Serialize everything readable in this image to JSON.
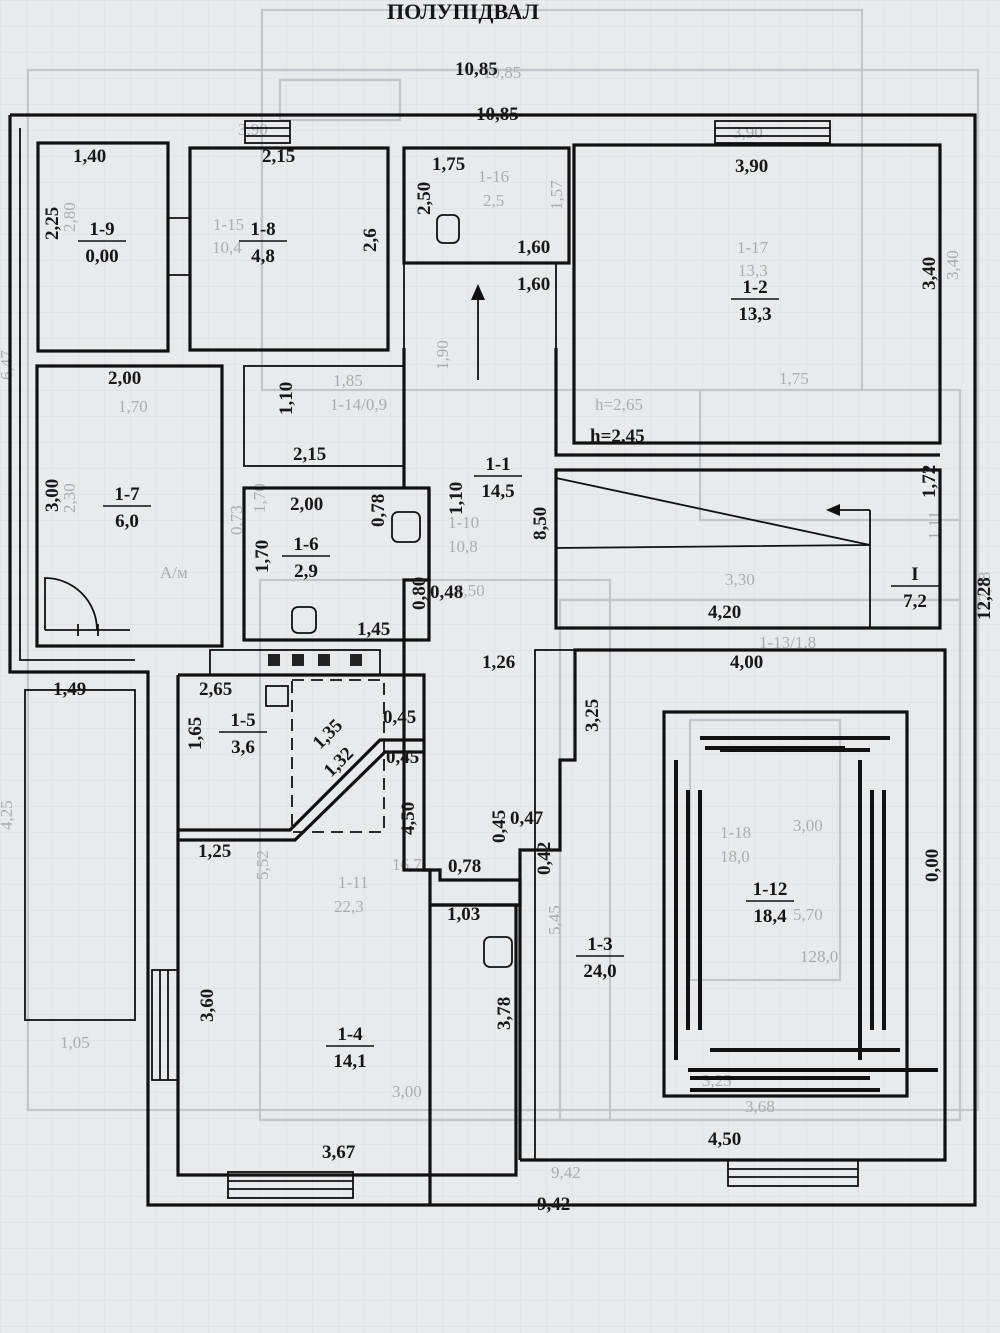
{
  "title": "ПОЛУПІДВАЛ",
  "rooms": [
    {
      "id": "1-9",
      "area": "0,00"
    },
    {
      "id": "1-8",
      "area": "4,8"
    },
    {
      "id": "1-2",
      "area": "13,3"
    },
    {
      "id": "1-7",
      "area": "6,0"
    },
    {
      "id": "1-6",
      "area": "2,9"
    },
    {
      "id": "1-1",
      "area": "14,5"
    },
    {
      "id": "I",
      "area": "7,2"
    },
    {
      "id": "1-5",
      "area": "3,6"
    },
    {
      "id": "1-4",
      "area": "14,1"
    },
    {
      "id": "1-3",
      "area": "24,0"
    },
    {
      "id": "1-12",
      "area": "18,4"
    }
  ],
  "dimensions": [
    "10,85",
    "10,85",
    "1,40",
    "2,15",
    "1,75",
    "3,90",
    "2,25",
    "2,6",
    "2,50",
    "1,60",
    "1,60",
    "3,40",
    "2,00",
    "1,10",
    "2,15",
    "h=2,45",
    "3,00",
    "2,00",
    "0,78",
    "1,10",
    "8,50",
    "1,72",
    "1,70",
    "0,80",
    "0,48",
    "4,20",
    "1,45",
    "1,26",
    "4,00",
    "12,28",
    "1,49",
    "2,65",
    "0,45",
    "0,45",
    "1,65",
    "1,35",
    "1,32",
    "3,25",
    "1,25",
    "4,50",
    "0,47",
    "0,45",
    "0,78",
    "0,42",
    "0,00",
    "1,03",
    "3,60",
    "3,78",
    "3,67",
    "4,50",
    "9,42"
  ],
  "ghost_labels": [
    "10,85",
    "3,90",
    "3,90",
    "1-16",
    "2,5",
    "1,57",
    "2,80",
    "1-15",
    "10,4",
    "1-17",
    "13,3",
    "3,40",
    "1,90",
    "1,70",
    "1-14/0,9",
    "1,85",
    "1,75",
    "h=2,65",
    "2,30",
    "А/м",
    "1,70",
    "0,73",
    "1-10",
    "10,8",
    "4,50",
    "3,30",
    "1-13/1,8",
    "1,11",
    "12,28",
    "4,25",
    "5,52",
    "16,7",
    "1-11",
    "22,3",
    "5,45",
    "1-18",
    "18,0",
    "3,00",
    "5,70",
    "128,0",
    "3,00",
    "3,25",
    "3,68",
    "9,42",
    "1,05",
    "6,47"
  ]
}
